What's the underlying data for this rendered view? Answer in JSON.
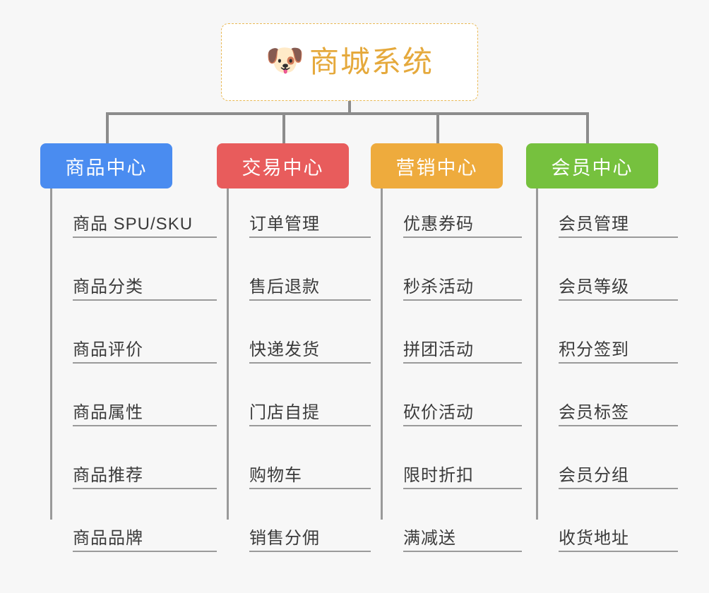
{
  "page": {
    "background_color": "#f7f7f7",
    "type": "mindmap"
  },
  "root": {
    "icon": "shiba-dog-face-emoji",
    "emoji": "🐶",
    "title": "商城系统",
    "title_color": "#e5a93c",
    "border_color": "#e9b955",
    "background_color": "#ffffff"
  },
  "connector": {
    "color": "#8c8c8c"
  },
  "categories": [
    {
      "label": "商品中心",
      "color": "#4a8cf0",
      "items": [
        "商品 SPU/SKU",
        "商品分类",
        "商品评价",
        "商品属性",
        "商品推荐",
        "商品品牌"
      ]
    },
    {
      "label": "交易中心",
      "color": "#e85c5c",
      "items": [
        "订单管理",
        "售后退款",
        "快递发货",
        "门店自提",
        "购物车",
        "销售分佣"
      ]
    },
    {
      "label": "营销中心",
      "color": "#eeab3d",
      "items": [
        "优惠券码",
        "秒杀活动",
        "拼团活动",
        "砍价活动",
        "限时折扣",
        "满减送"
      ]
    },
    {
      "label": "会员中心",
      "color": "#76c13e",
      "items": [
        "会员管理",
        "会员等级",
        "积分签到",
        "会员标签",
        "会员分组",
        "收货地址"
      ]
    }
  ]
}
